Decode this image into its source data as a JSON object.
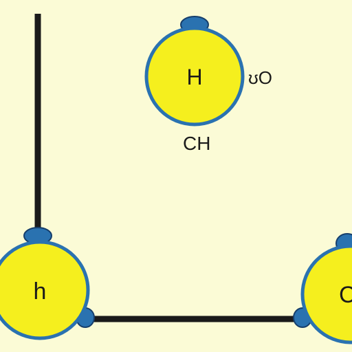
{
  "colors": {
    "background": "#fbfbd6",
    "node_fill": "#f5ef1e",
    "node_ring": "#2a72b0",
    "ring_dark": "#163e6b",
    "bond": "#1a1a1a"
  },
  "nodes": [
    {
      "label": "H"
    },
    {
      "label": "h"
    },
    {
      "label": "C"
    }
  ],
  "labels": {
    "ch": "CH",
    "uo": "ʊO"
  }
}
